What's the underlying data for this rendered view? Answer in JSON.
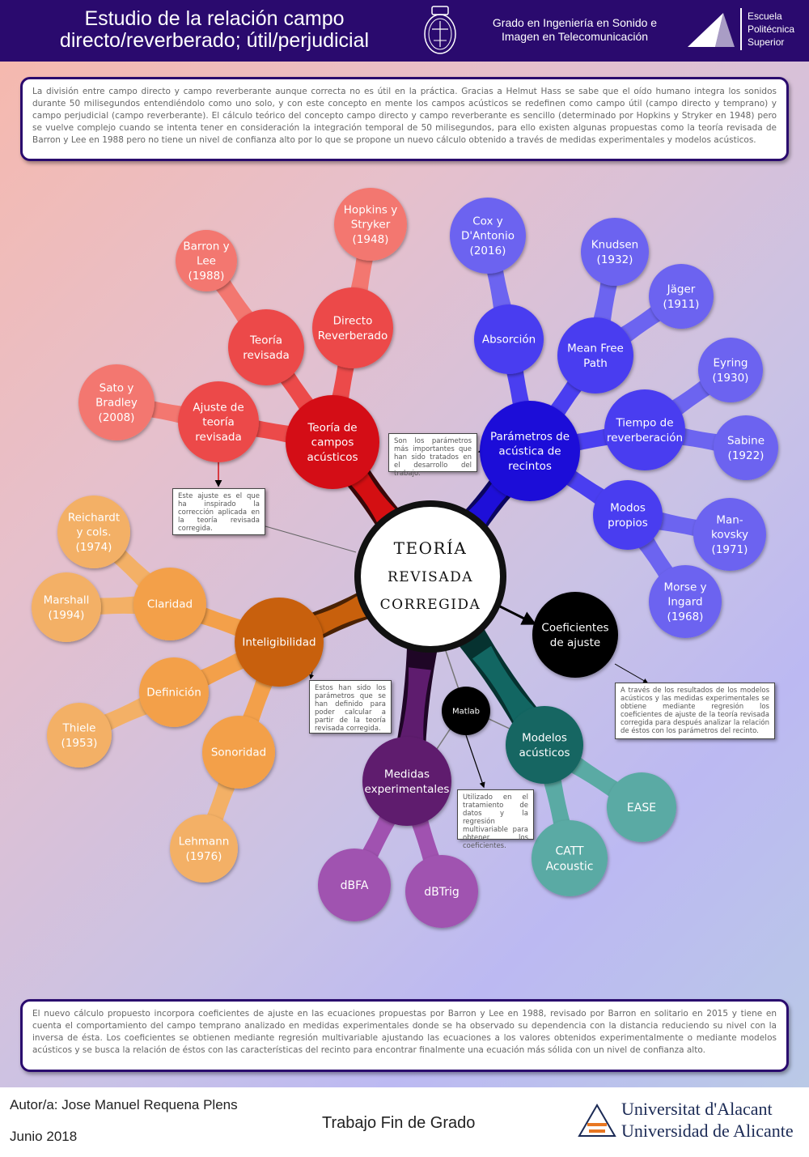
{
  "header": {
    "title": "Estudio de la relación campo directo/reverberado; útil/perjudicial",
    "degree": "Grado en Ingeniería en Sonido e Imagen en Telecomunicación",
    "school": "Escuela Politécnica Superior"
  },
  "intro_text": "La división entre campo directo y campo reverberante aunque correcta no es útil en la práctica. Gracias a Helmut Hass se sabe que el oído humano integra los sonidos durante 50 milisegundos entendiéndolo como uno solo, y con este concepto en mente los campos acústicos se redefinen como campo útil (campo directo y temprano) y campo perjudicial (campo reverberante). El cálculo teórico del concepto campo directo y campo reverberante es sencillo (determinado por Hopkins y Stryker en 1948) pero se vuelve complejo cuando se intenta tener en consideración la integración temporal de 50 milisegundos, para ello existen algunas propuestas como la teoría revisada de Barron y Lee en 1988 pero no tiene un nivel de confianza alto por lo que se propone un nuevo cálculo obtenido a través de medidas experimentales y modelos acústicos.",
  "conclusion_text": "El nuevo cálculo propuesto incorpora coeficientes de ajuste en las ecuaciones propuestas por Barron y Lee en 1988, revisado por Barron en solitario en 2015 y tiene en cuenta el comportamiento del campo temprano analizado en medidas experimentales donde se ha observado su dependencia con la distancia reduciendo su nivel con la inversa de ésta. Los coeficientes se obtienen mediante regresión multivariable ajustando las ecuaciones a los valores obtenidos experimentalmente o mediante modelos acústicos y se busca la relación de éstos con las características del recinto para encontrar finalmente una ecuación más sólida con un nivel de confianza alto.",
  "footer": {
    "author": "Autor/a: Jose Manuel Requena Plens",
    "date": "Junio 2018",
    "work_type": "Trabajo Fin de Grado",
    "university_ca": "Universitat d'Alacant",
    "university_es": "Universidad de Alicante"
  },
  "colors": {
    "header": "#2a0a6e",
    "red": "#d40f12",
    "blue": "#1e0fd8",
    "orange": "#c8600c",
    "purple": "#5e1c6e",
    "teal": "#126662"
  },
  "mindmap": {
    "center": "Teoría revisada corregida",
    "nodes": [
      {
        "id": "teoria-campos",
        "label": "Teoría de campos acústicos"
      },
      {
        "id": "directo-reverberado",
        "label": "Directo Reverberado"
      },
      {
        "id": "hopkins",
        "label": "Hopkins y Stryker (1948)"
      },
      {
        "id": "teoria-revisada",
        "label": "Teoría revisada"
      },
      {
        "id": "barron-lee",
        "label": "Barron y Lee (1988)"
      },
      {
        "id": "ajuste",
        "label": "Ajuste de teoría revisada"
      },
      {
        "id": "sato",
        "label": "Sato y Bradley (2008)"
      },
      {
        "id": "parametros",
        "label": "Parámetros de acústica de recintos"
      },
      {
        "id": "absorcion",
        "label": "Absorción"
      },
      {
        "id": "cox",
        "label": "Cox y D'Antonio (2016)"
      },
      {
        "id": "mfp",
        "label": "Mean Free Path"
      },
      {
        "id": "knudsen",
        "label": "Knudsen (1932)"
      },
      {
        "id": "jager",
        "label": "Jäger (1911)"
      },
      {
        "id": "tiempo",
        "label": "Tiempo de reverberación"
      },
      {
        "id": "eyring",
        "label": "Eyring (1930)"
      },
      {
        "id": "sabine",
        "label": "Sabine (1922)"
      },
      {
        "id": "modos",
        "label": "Modos propios"
      },
      {
        "id": "mankovsky",
        "label": "Man- kovsky (1971)"
      },
      {
        "id": "morse",
        "label": "Morse y Ingard (1968)"
      },
      {
        "id": "inteligibilidad",
        "label": "Inteligibilidad"
      },
      {
        "id": "claridad",
        "label": "Claridad"
      },
      {
        "id": "reichardt",
        "label": "Reichardt y cols. (1974)"
      },
      {
        "id": "marshall",
        "label": "Marshall (1994)"
      },
      {
        "id": "definicion",
        "label": "Definición"
      },
      {
        "id": "thiele",
        "label": "Thiele (1953)"
      },
      {
        "id": "sonoridad",
        "label": "Sonoridad"
      },
      {
        "id": "lehmann",
        "label": "Lehmann (1976)"
      },
      {
        "id": "medidas",
        "label": "Medidas experimentales"
      },
      {
        "id": "dbfa",
        "label": "dBFA"
      },
      {
        "id": "dbtrig",
        "label": "dBTrig"
      },
      {
        "id": "modelos",
        "label": "Modelos acústicos"
      },
      {
        "id": "ease",
        "label": "EASE"
      },
      {
        "id": "catt",
        "label": "CATT Acoustic"
      },
      {
        "id": "matlab",
        "label": "Matlab"
      },
      {
        "id": "coeficientes",
        "label": "Coeficientes de ajuste"
      }
    ],
    "notes": {
      "ajuste": "Este ajuste es el que ha inspirado la corrección aplicada en la teoría revisada corregida.",
      "parametros": "Son los parámetros más importantes que han sido tratados en el desarrollo del trabajo.",
      "inteligibilidad": "Estos han sido los parámetros que se han definido para poder calcular a partir de la teoría revisada corregida.",
      "matlab": "Utilizado en el tratamiento de datos y la regresión multivariable para obtener los coeficientes.",
      "coeficientes": "A través de los resultados de los modelos acústicos y las medidas experimentales se obtiene mediante regresión los coeficientes de ajuste de la teoría revisada corregida para después analizar la relación de éstos con los parámetros del recinto."
    }
  }
}
